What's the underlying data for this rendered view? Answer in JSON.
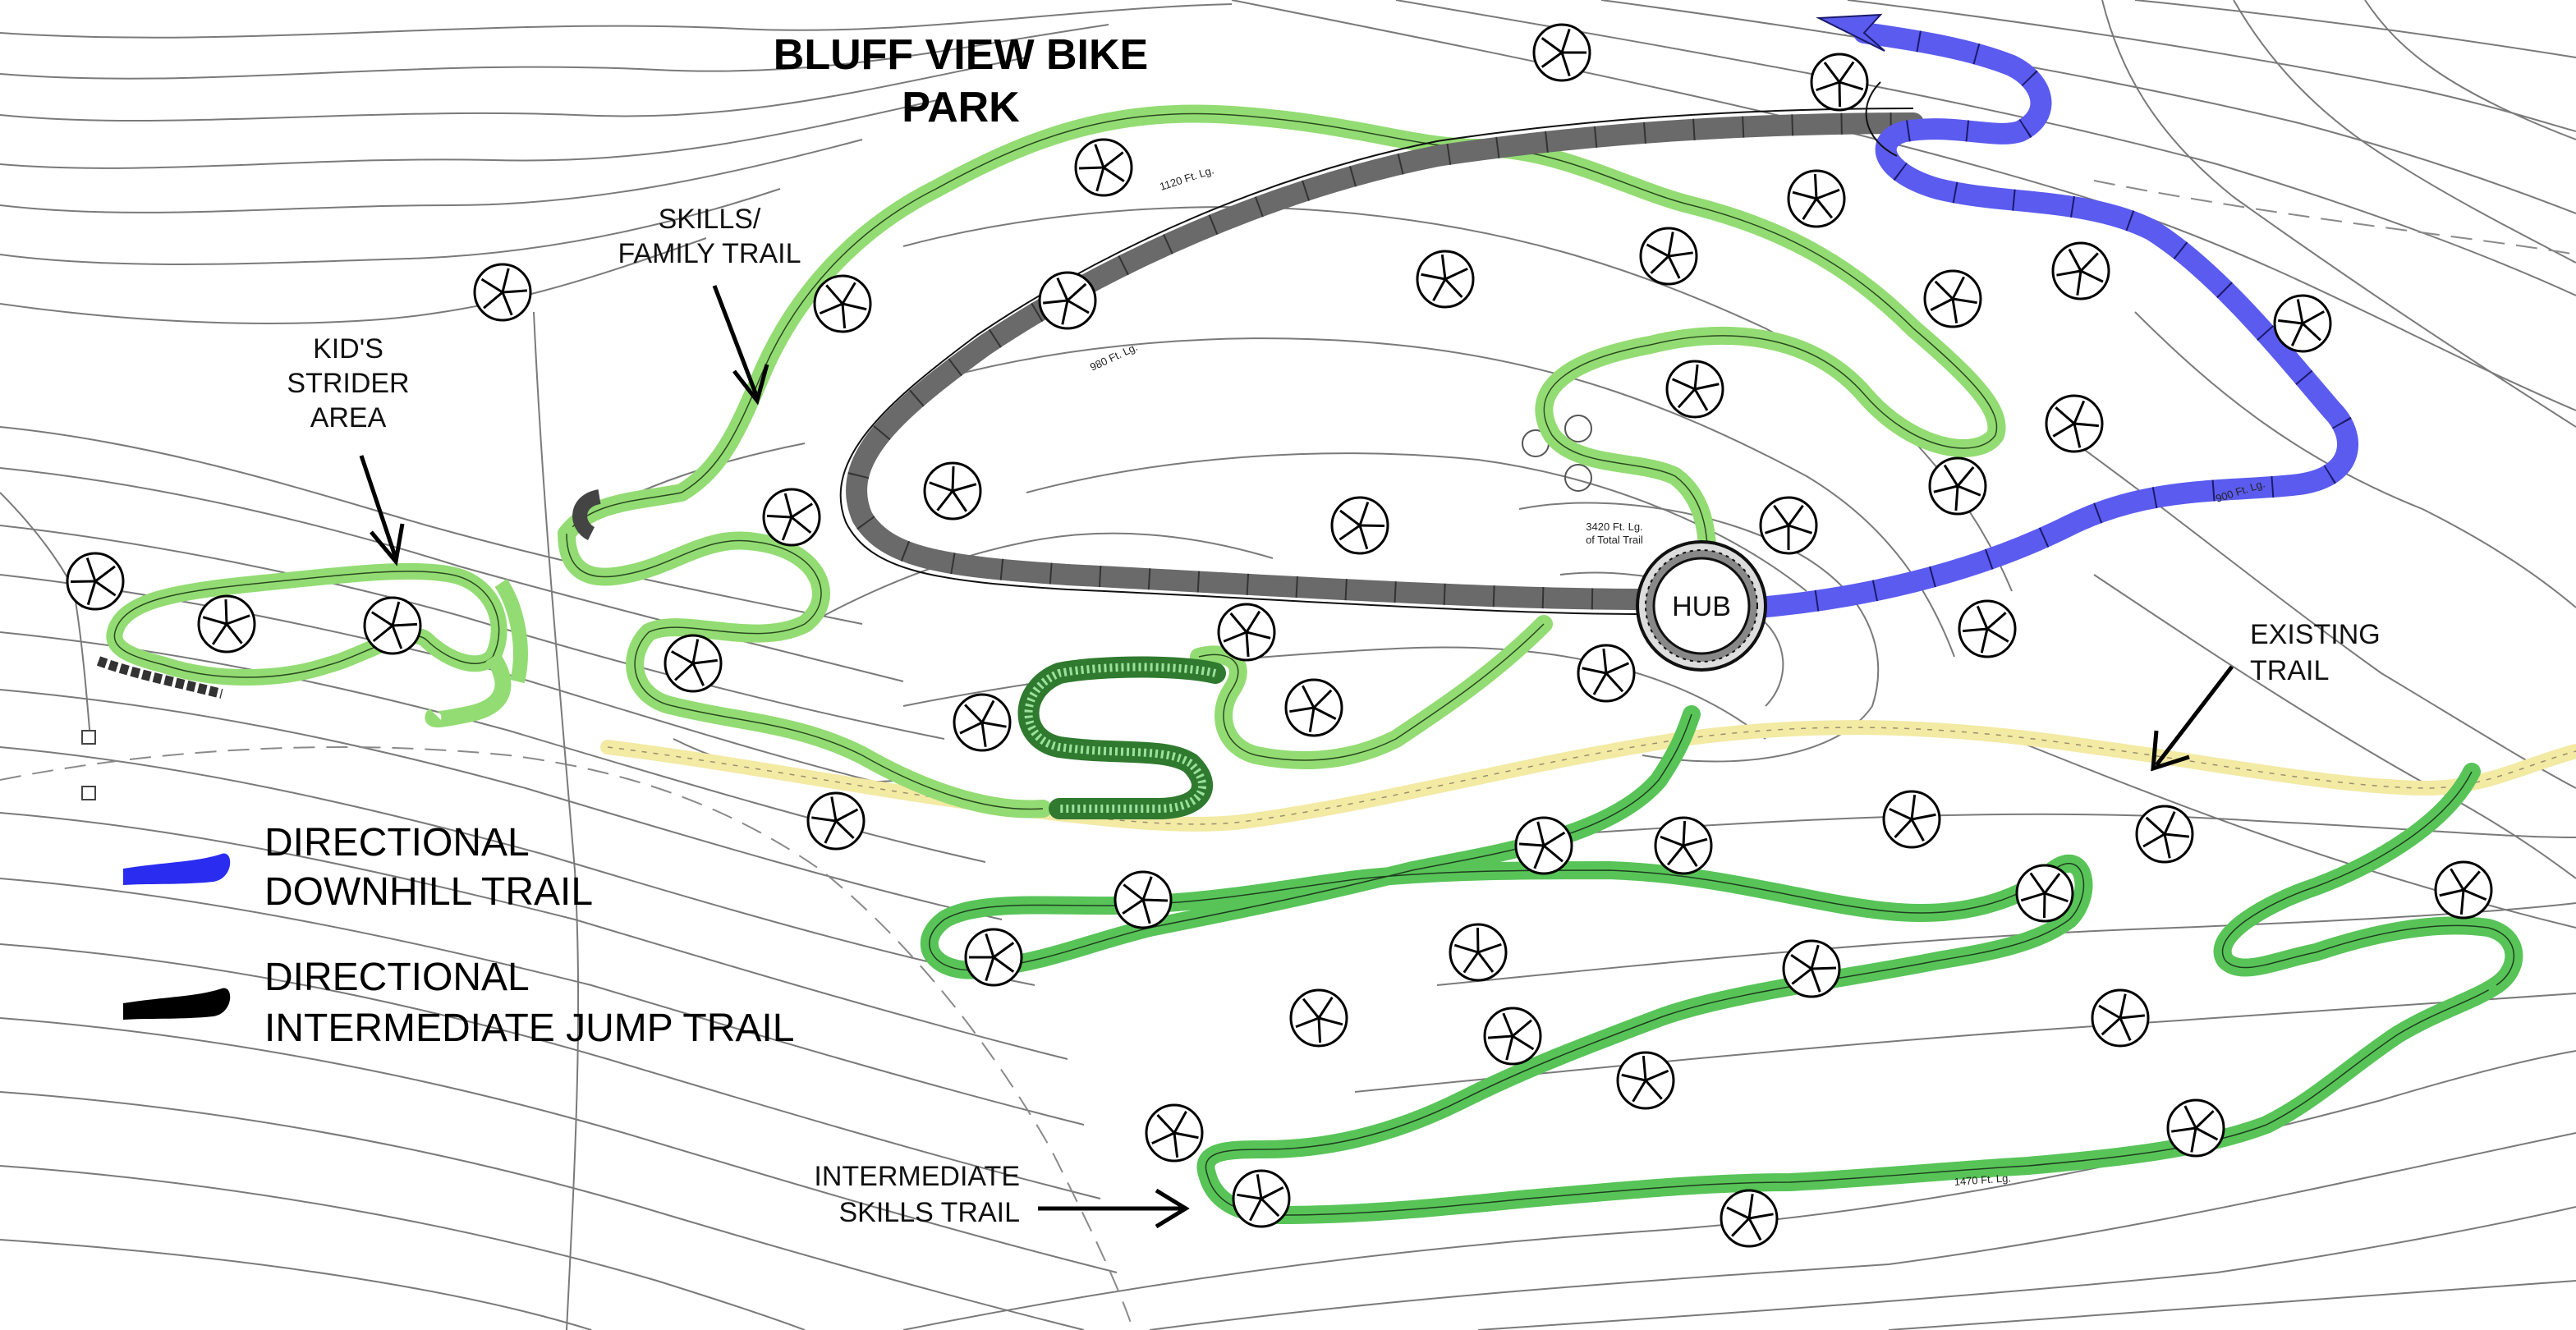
{
  "title": {
    "line1": "BLUFF VIEW BIKE",
    "line2": "PARK"
  },
  "callouts": {
    "kids": [
      "KID'S",
      "STRIDER",
      "AREA"
    ],
    "skills": [
      "SKILLS/",
      "FAMILY TRAIL"
    ],
    "existing": [
      "EXISTING",
      "TRAIL"
    ],
    "intermediate": [
      "INTERMEDIATE",
      "SKILLS TRAIL"
    ]
  },
  "hub": {
    "label": "HUB",
    "note_line1": "3420 Ft. Lg.",
    "note_line2": "of Total Trail"
  },
  "trail_length_labels": {
    "skills_upper": "1120 Ft. Lg.",
    "jump": "980 Ft. Lg.",
    "downhill": "900 Ft. Lg.",
    "intermediate": "1470 Ft. Lg."
  },
  "legend": [
    {
      "line1": "DIRECTIONAL",
      "line2": "DOWNHILL TRAIL",
      "color": "#2a2cf0",
      "icon": "blue-swatch"
    },
    {
      "line1": "DIRECTIONAL",
      "line2": "INTERMEDIATE JUMP TRAIL",
      "color": "#000000",
      "icon": "black-swatch"
    }
  ],
  "colors": {
    "downhill": "#5b5bf0",
    "jump": "#6a6a6a",
    "skills_family": "#93dc73",
    "intermediate": "#58c458",
    "existing": "#f3eaa4",
    "contour": "#7a7a7a"
  }
}
